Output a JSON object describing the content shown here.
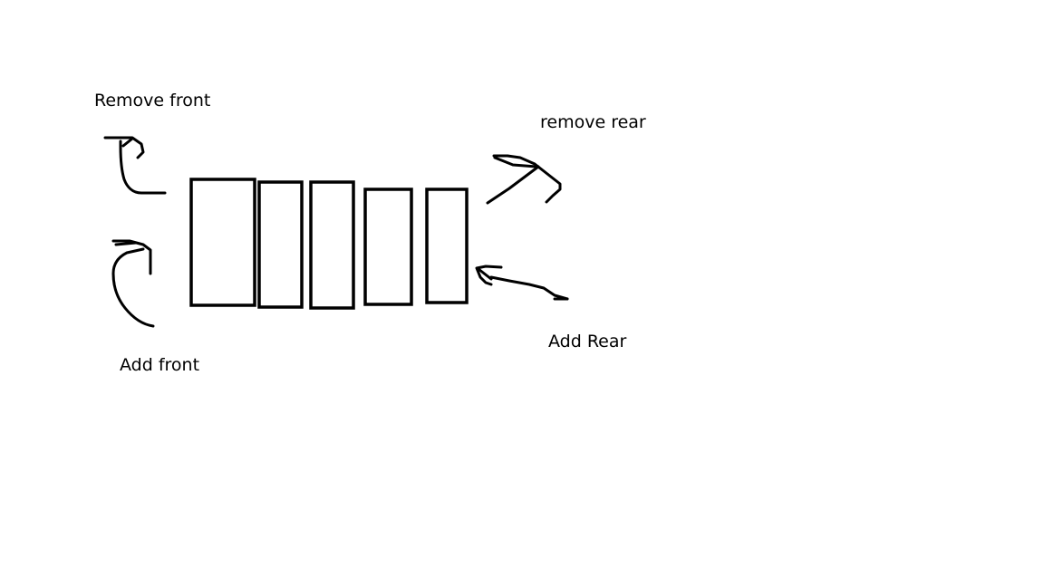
{
  "diagram": {
    "labels": {
      "remove_front": "Remove front",
      "add_front": "Add front",
      "remove_rear": "remove rear",
      "add_rear": "Add Rear"
    },
    "queue_cells": 5,
    "colors": {
      "background": "#ffffff",
      "ink": "#000000"
    }
  }
}
